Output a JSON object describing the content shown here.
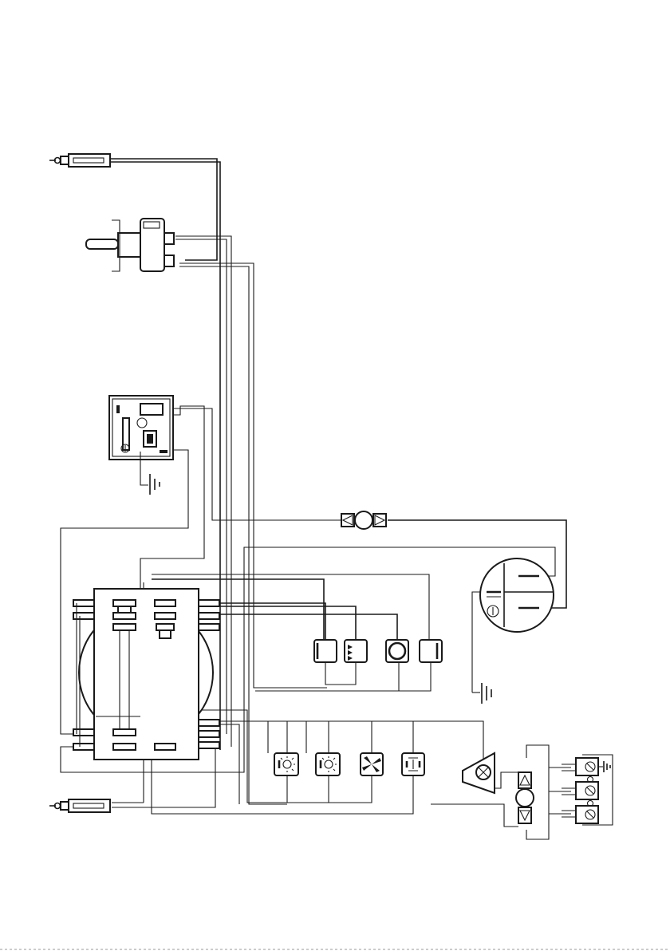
{
  "diagram": {
    "kind": "wiring-diagram",
    "components": [
      {
        "id": "plug-top",
        "icon": "fuse-plug-icon"
      },
      {
        "id": "thermostat",
        "icon": "thermostat-knob-icon"
      },
      {
        "id": "control-module",
        "icon": "control-board-icon"
      },
      {
        "id": "ground-1",
        "icon": "ground-icon"
      },
      {
        "id": "inline-motor",
        "icon": "motor-valve-icon"
      },
      {
        "id": "main-switch",
        "icon": "round-switch-icon"
      },
      {
        "id": "ground-2",
        "icon": "ground-icon"
      },
      {
        "id": "terminal-block",
        "icon": "terminal-block-icon"
      },
      {
        "id": "plug-bottom",
        "icon": "fuse-plug-icon"
      },
      {
        "id": "heater-element",
        "icon": "heating-element-icon"
      },
      {
        "id": "bottom-heater",
        "icon": "bottom-heat-icon"
      },
      {
        "id": "ring-element",
        "icon": "ring-element-icon"
      },
      {
        "id": "top-heater",
        "icon": "top-heat-icon"
      },
      {
        "id": "lamp-1",
        "icon": "lamp-icon"
      },
      {
        "id": "lamp-2",
        "icon": "lamp-icon"
      },
      {
        "id": "fan",
        "icon": "fan-icon"
      },
      {
        "id": "grill",
        "icon": "grill-icon"
      },
      {
        "id": "fan-motor",
        "icon": "fan-motor-icon"
      },
      {
        "id": "motor-relay",
        "icon": "motor-relay-icon"
      },
      {
        "id": "mains-terminal",
        "icon": "mains-connector-icon"
      }
    ]
  }
}
